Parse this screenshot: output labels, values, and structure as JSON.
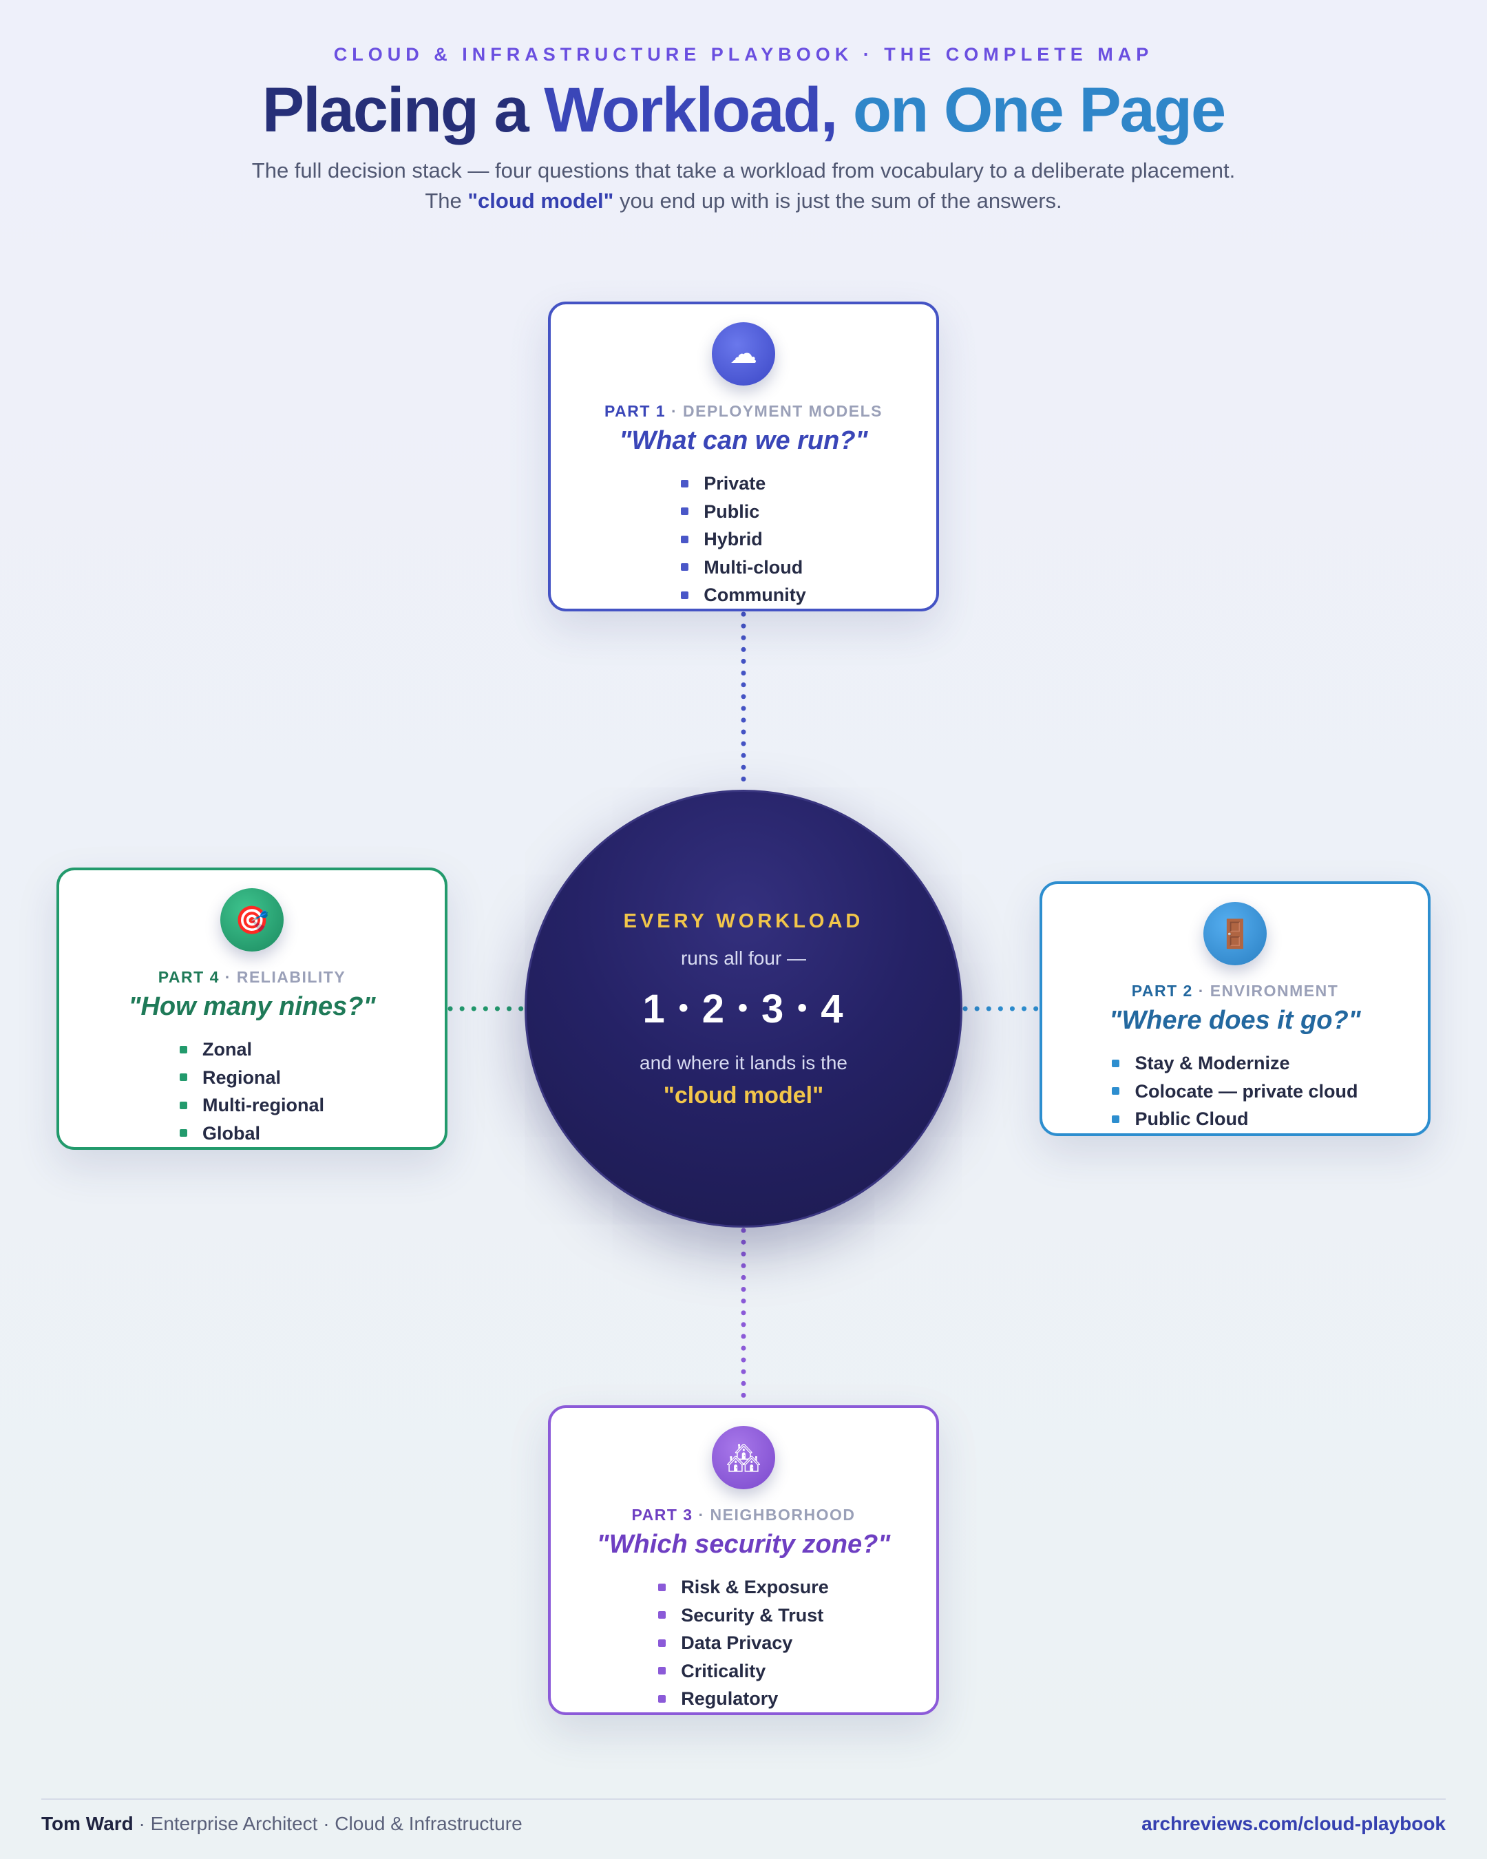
{
  "header": {
    "eyebrow": "CLOUD & INFRASTRUCTURE PLAYBOOK · THE COMPLETE MAP",
    "title_part1": "Placing a ",
    "title_part2": "Workload,",
    "title_part3": " on One Page",
    "subtitle_line1": "The full decision stack — four questions that take a workload from vocabulary to a deliberate placement.",
    "subtitle_line2_pre": "The ",
    "subtitle_line2_highlight": "\"cloud model\"",
    "subtitle_line2_post": " you end up with is just the sum of the answers."
  },
  "hub": {
    "label": "EVERY WORKLOAD",
    "sub": "runs all four —",
    "numbers": [
      "1",
      "2",
      "3",
      "4"
    ],
    "dot": "•",
    "line1": "and where it lands is the",
    "line2": "\"cloud model\""
  },
  "cards": {
    "part1": {
      "icon": "cloud-icon",
      "icon_glyph": "☁",
      "part": "PART 1",
      "sep": " · ",
      "category": "DEPLOYMENT MODELS",
      "question": "\"What can we run?\"",
      "items": [
        "Private",
        "Public",
        "Hybrid",
        "Multi-cloud",
        "Community"
      ],
      "color": "#4453c4"
    },
    "part2": {
      "icon": "door-icon",
      "icon_glyph": "🚪",
      "part": "PART 2",
      "sep": " · ",
      "category": "ENVIRONMENT",
      "question": "\"Where does it go?\"",
      "items": [
        "Stay & Modernize",
        "Colocate — private cloud",
        "Public Cloud"
      ],
      "color": "#2d8ecf"
    },
    "part3": {
      "icon": "houses-icon",
      "icon_glyph": "🏘",
      "part": "PART 3",
      "sep": " · ",
      "category": "NEIGHBORHOOD",
      "question": "\"Which security zone?\"",
      "items": [
        "Risk & Exposure",
        "Security & Trust",
        "Data Privacy",
        "Criticality",
        "Regulatory"
      ],
      "color": "#8b5ad8"
    },
    "part4": {
      "icon": "target-icon",
      "icon_glyph": "🎯",
      "part": "PART 4",
      "sep": " · ",
      "category": "RELIABILITY",
      "question": "\"How many nines?\"",
      "items": [
        "Zonal",
        "Regional",
        "Multi-regional",
        "Global"
      ],
      "color": "#229a6c"
    }
  },
  "footer": {
    "name": "Tom Ward",
    "role": " · Enterprise Architect · Cloud & Infrastructure",
    "link": "archreviews.com/cloud-playbook"
  }
}
